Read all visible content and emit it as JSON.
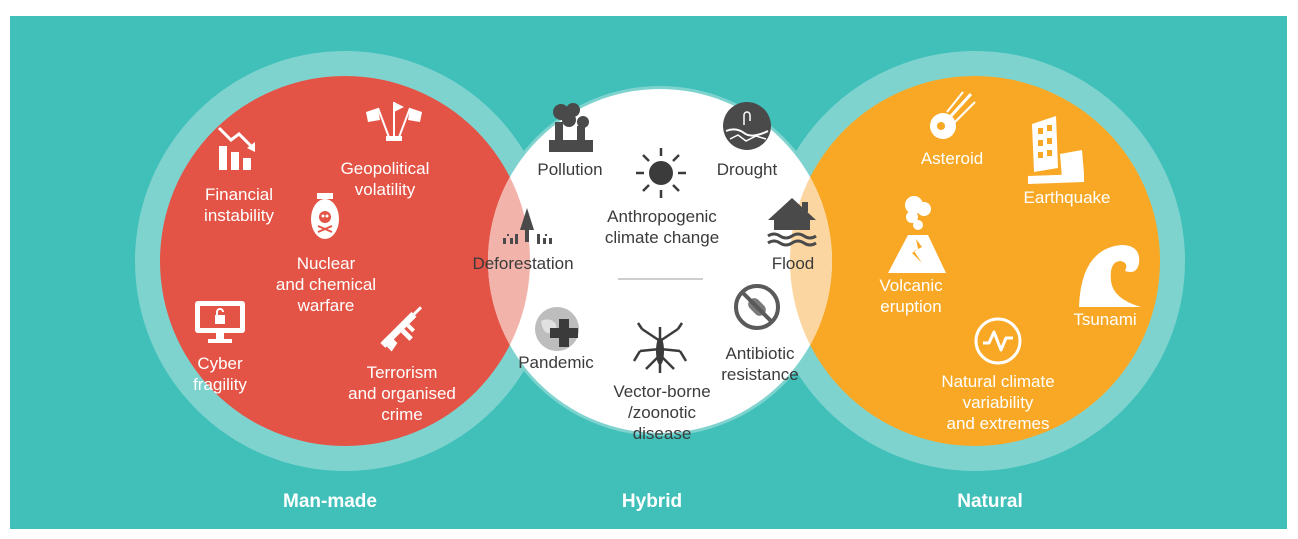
{
  "colors": {
    "background": "#40c0b9",
    "ring": "#7fd3cf",
    "man_made": "#e35446",
    "hybrid": "#ffffff",
    "natural": "#f9a825",
    "overlap_left": "#f2b3aa",
    "overlap_right": "#fcd6a0",
    "icon_dark": "#4a4a4a"
  },
  "categories": {
    "man_made": "Man-made",
    "hybrid": "Hybrid",
    "natural": "Natural"
  },
  "man_made": {
    "financial": [
      "Financial",
      "instability"
    ],
    "geopolitical": [
      "Geopolitical",
      "volatility"
    ],
    "nuclear": [
      "Nuclear",
      "and chemical",
      "warfare"
    ],
    "cyber": [
      "Cyber",
      "fragility"
    ],
    "terrorism": [
      "Terrorism",
      "and organised",
      "crime"
    ]
  },
  "hybrid": {
    "pollution": [
      "Pollution"
    ],
    "drought": [
      "Drought"
    ],
    "climate": [
      "Anthropogenic",
      "climate change"
    ],
    "deforestation": [
      "Deforestation"
    ],
    "flood": [
      "Flood"
    ],
    "pandemic": [
      "Pandemic"
    ],
    "vector": [
      "Vector-borne",
      "/zoonotic",
      "disease"
    ],
    "antibiotic": [
      "Antibiotic",
      "resistance"
    ]
  },
  "natural": {
    "asteroid": [
      "Asteroid"
    ],
    "earthquake": [
      "Earthquake"
    ],
    "volcanic": [
      "Volcanic",
      "eruption"
    ],
    "tsunami": [
      "Tsunami"
    ],
    "variability": [
      "Natural climate",
      "variability",
      "and extremes"
    ]
  }
}
